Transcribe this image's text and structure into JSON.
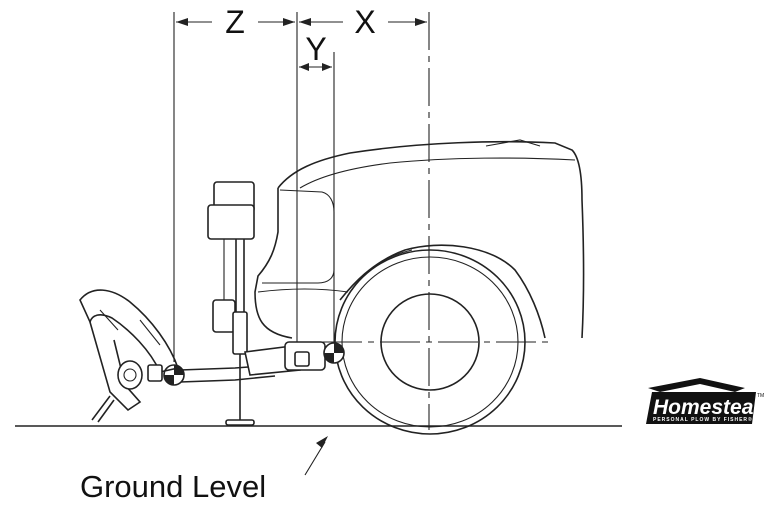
{
  "dimensions": {
    "z_label": "Z",
    "x_label": "X",
    "y_label": "Y"
  },
  "ground": {
    "label": "Ground Level"
  },
  "logo": {
    "brand": "Homesteader",
    "tagline": "PERSONAL PLOW BY FISHER®",
    "trademark": "TM"
  },
  "colors": {
    "line": "#222222",
    "logo_fill": "#111111",
    "background": "#ffffff"
  }
}
